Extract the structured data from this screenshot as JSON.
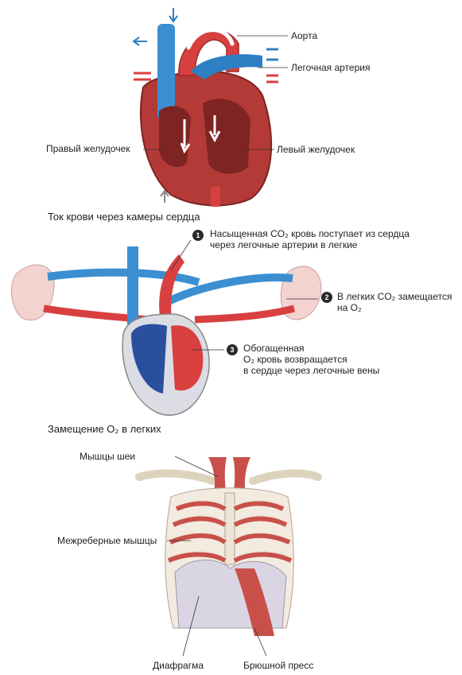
{
  "heart": {
    "labels": {
      "aorta": "Аорта",
      "pulmonary_artery": "Легочная артерия",
      "right_ventricle": "Правый желудочек",
      "left_ventricle": "Левый желудочек"
    },
    "caption": "Ток крови через камеры сердца"
  },
  "lungs": {
    "steps": [
      {
        "num": "1",
        "line1": "Насыщенная CO₂ кровь поступает из сердца",
        "line2": "через легочные артерии в легкие"
      },
      {
        "num": "2",
        "line1": "В легких CO₂ замещается",
        "line2": "на O₂"
      },
      {
        "num": "3",
        "line1": "Обогащенная",
        "line2": "O₂ кровь возвращается",
        "line3": "в сердце через легочные вены"
      }
    ],
    "caption": "Замещение O₂ в легких"
  },
  "chest": {
    "labels": {
      "neck_muscles": "Мышцы шеи",
      "intercostal": "Межреберные мышцы",
      "diaphragm": "Диафрагма",
      "abdominal": "Брюшной пресс"
    }
  },
  "colors": {
    "oxygenated": "#d7393b",
    "deoxygenated": "#2e86c8",
    "muscle": "#c9504a",
    "bone": "#ede6d6"
  }
}
